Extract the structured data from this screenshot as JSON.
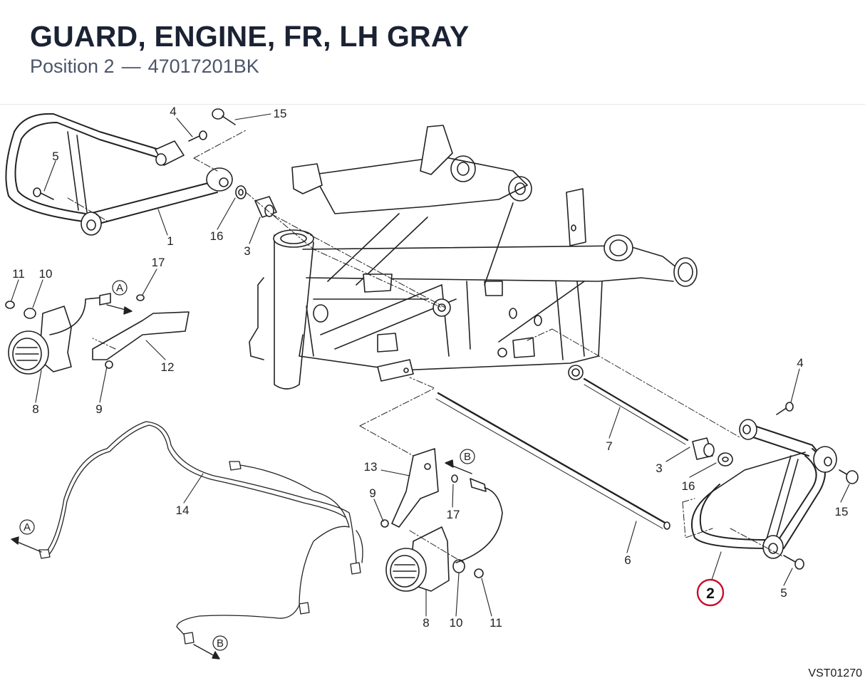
{
  "header": {
    "title": "GUARD, ENGINE, FR, LH GRAY",
    "position_label": "Position 2",
    "separator": "—",
    "part_number": "47017201BK"
  },
  "diagram": {
    "drawing_code": "VST01270",
    "highlighted_callout": "2",
    "highlight_color": "#c8102e",
    "callouts": [
      {
        "id": "c4a",
        "label": "4"
      },
      {
        "id": "c15a",
        "label": "15"
      },
      {
        "id": "c5a",
        "label": "5"
      },
      {
        "id": "c1",
        "label": "1"
      },
      {
        "id": "c16a",
        "label": "16"
      },
      {
        "id": "c3a",
        "label": "3"
      },
      {
        "id": "c11a",
        "label": "11"
      },
      {
        "id": "c10a",
        "label": "10"
      },
      {
        "id": "c17a",
        "label": "17"
      },
      {
        "id": "c12",
        "label": "12"
      },
      {
        "id": "c8a",
        "label": "8"
      },
      {
        "id": "c9a",
        "label": "9"
      },
      {
        "id": "c14",
        "label": "14"
      },
      {
        "id": "c13",
        "label": "13"
      },
      {
        "id": "c9b",
        "label": "9"
      },
      {
        "id": "c17b",
        "label": "17"
      },
      {
        "id": "c8b",
        "label": "8"
      },
      {
        "id": "c10b",
        "label": "10"
      },
      {
        "id": "c11b",
        "label": "11"
      },
      {
        "id": "c7",
        "label": "7"
      },
      {
        "id": "c6",
        "label": "6"
      },
      {
        "id": "c3b",
        "label": "3"
      },
      {
        "id": "c16b",
        "label": "16"
      },
      {
        "id": "c4b",
        "label": "4"
      },
      {
        "id": "c15b",
        "label": "15"
      },
      {
        "id": "c5b",
        "label": "5"
      }
    ],
    "connector_markers": [
      {
        "id": "mA1",
        "label": "A"
      },
      {
        "id": "mB1",
        "label": "B"
      },
      {
        "id": "mA2",
        "label": "A"
      },
      {
        "id": "mB2",
        "label": "B"
      }
    ]
  }
}
